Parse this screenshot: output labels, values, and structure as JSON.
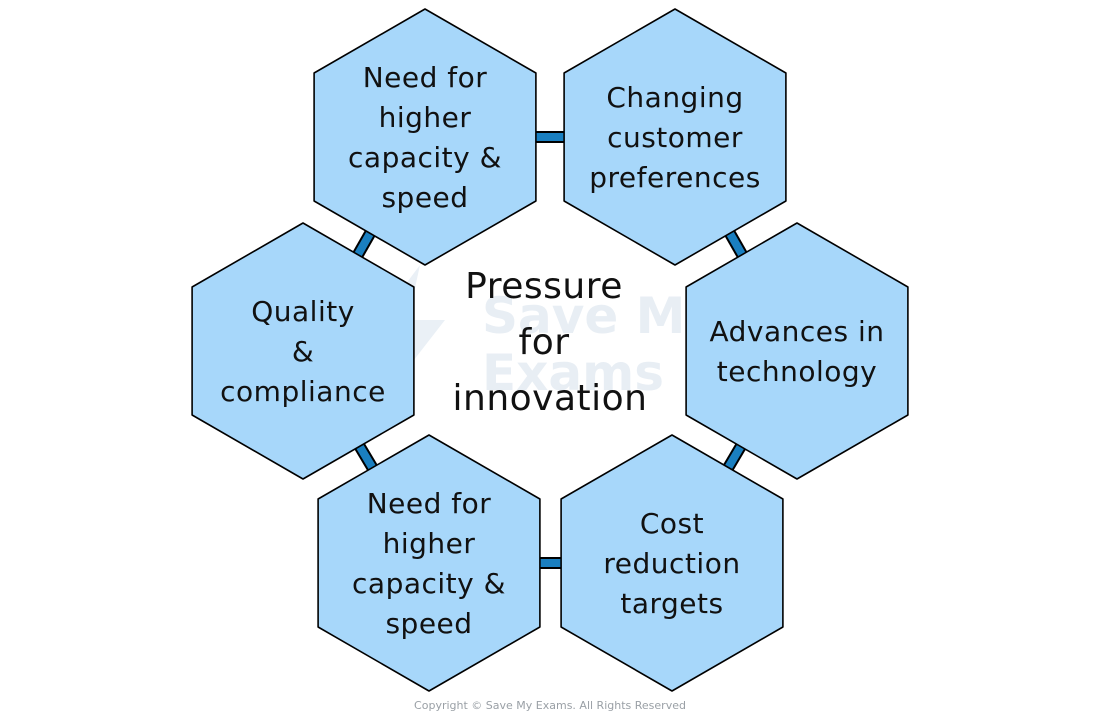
{
  "diagram": {
    "center": {
      "lines": [
        "Pressure",
        "for",
        "innovation"
      ]
    },
    "hexagons": [
      {
        "id": "top-left",
        "lines": [
          "Need for",
          "higher",
          "capacity &",
          "speed"
        ]
      },
      {
        "id": "top-right",
        "lines": [
          "Changing",
          "customer",
          "preferences"
        ]
      },
      {
        "id": "right",
        "lines": [
          "Advances in",
          "technology"
        ]
      },
      {
        "id": "bottom-right",
        "lines": [
          "Cost",
          "reduction",
          "targets"
        ]
      },
      {
        "id": "bottom-left",
        "lines": [
          "Need for",
          "higher",
          "capacity &",
          "speed"
        ]
      },
      {
        "id": "left",
        "lines": [
          "Quality",
          "&",
          "compliance"
        ]
      }
    ],
    "colors": {
      "hex_fill": "#a7d7fa",
      "hex_stroke": "#000000",
      "connector": "#1a7fc0",
      "text": "#111111",
      "watermark": "#e8eef4"
    }
  },
  "watermark": {
    "lines": [
      "Save My",
      "Exams"
    ]
  },
  "footer": {
    "copyright": "Copyright © Save My Exams. All Rights Reserved"
  }
}
